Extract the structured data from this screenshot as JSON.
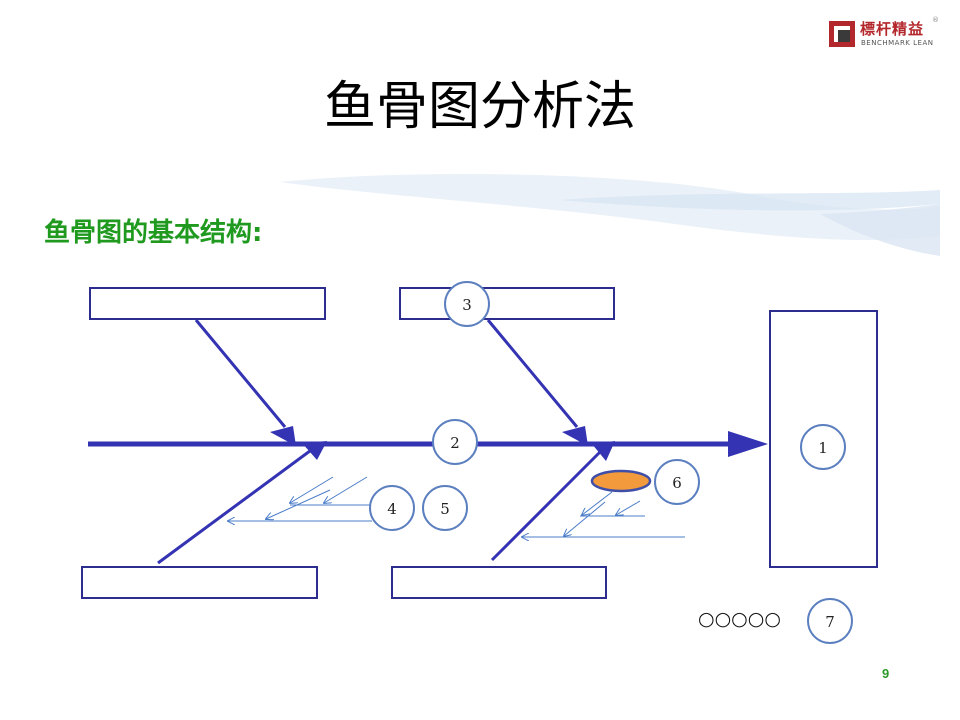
{
  "title": "鱼骨图分析法",
  "subtitle": "鱼骨图的基本结构:",
  "logo": {
    "cn_text": "標杆精益",
    "en_text": "BENCHMARK LEAN",
    "reg_mark": "®",
    "brand_color": "#b3282d"
  },
  "page_number": "9",
  "diagram": {
    "numbered_markers": [
      "1",
      "2",
      "3",
      "4",
      "5",
      "6",
      "7"
    ],
    "legend_text": "○○○○○",
    "colors": {
      "bone": "#3333b3",
      "minor_bone": "#4a7cc8",
      "marker_ring": "#5b7fbf",
      "highlight": "#f29a3c"
    }
  }
}
